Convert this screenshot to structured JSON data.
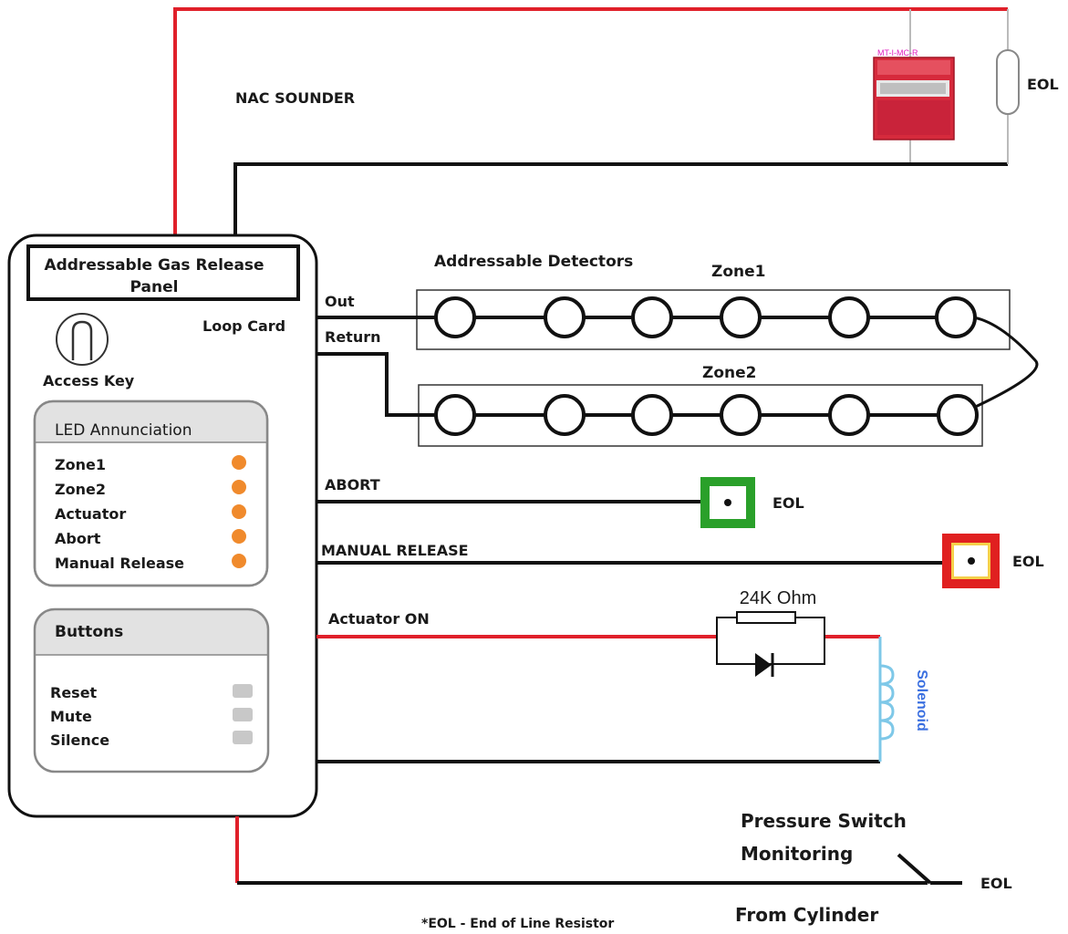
{
  "panel": {
    "title_line1": "Addressable Gas Release",
    "title_line2": "Panel",
    "loop_card": "Loop Card",
    "access_key": "Access Key",
    "led_section": {
      "title": "LED Annunciation",
      "items": [
        "Zone1",
        "Zone2",
        "Actuator",
        "Abort",
        "Manual Release"
      ],
      "led_color": "#f08a2c"
    },
    "button_section": {
      "title": "Buttons",
      "items": [
        "Reset",
        "Mute",
        "Silence"
      ]
    }
  },
  "nac": {
    "label": "NAC SOUNDER",
    "device_label": "MT-I-MC-R",
    "eol": "EOL"
  },
  "loop": {
    "detectors_label": "Addressable Detectors",
    "zone1_label": "Zone1",
    "zone2_label": "Zone2",
    "out_label": "Out",
    "return_label": "Return",
    "detectors_per_zone": 6
  },
  "abort": {
    "label": "ABORT",
    "eol": "EOL",
    "color": "#2aa02a"
  },
  "manual_release": {
    "label": "MANUAL RELEASE",
    "eol": "EOL",
    "color": "#e02020"
  },
  "actuator": {
    "label": "Actuator ON",
    "resistor_label": "24K Ohm",
    "solenoid_label": "Solenoid"
  },
  "pressure": {
    "line1": "Pressure Switch",
    "line2": "Monitoring",
    "line3": "From Cylinder",
    "eol": "EOL"
  },
  "footnote": "*EOL - End of Line Resistor",
  "colors": {
    "wire_red": "#e0202a",
    "wire_black": "#111111",
    "solenoid": "#7ec8e8",
    "solenoid_text": "#3a6fe0"
  }
}
